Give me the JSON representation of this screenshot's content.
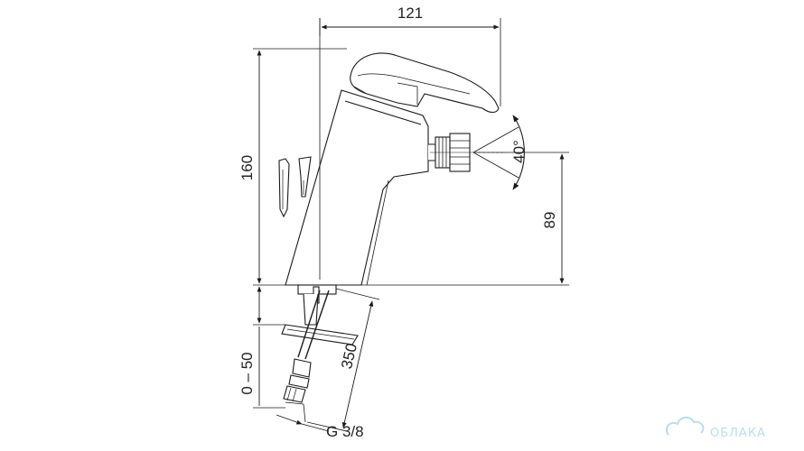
{
  "drawing": {
    "dimensions": {
      "overall_width": "121",
      "overall_height": "160",
      "spout_height": "89",
      "spray_angle": "40°",
      "hose_length": "350",
      "thickness_range": "0 – 50",
      "connection_thread": "G 3/8"
    },
    "watermark": {
      "text": "ОБЛАКА",
      "color": "#b9dcef"
    },
    "line_color": "#1a1a1a"
  }
}
